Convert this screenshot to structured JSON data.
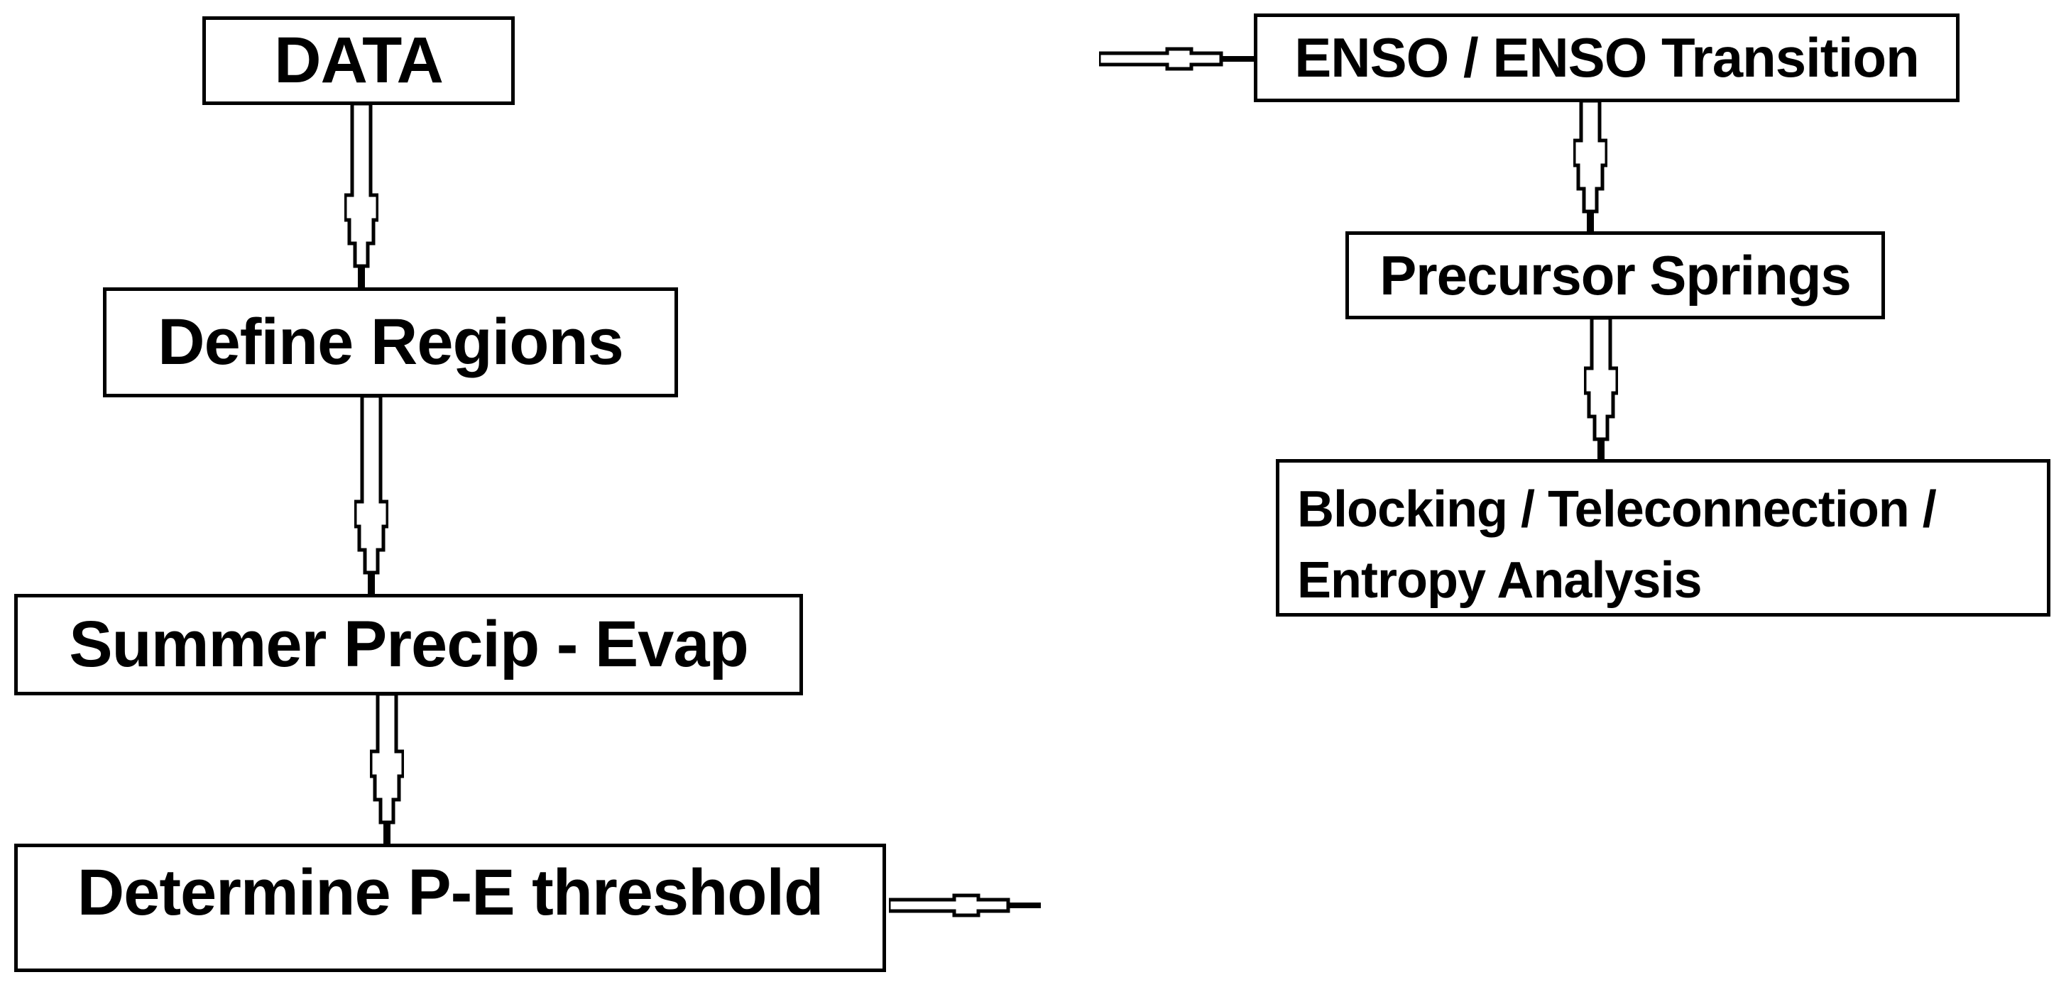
{
  "figure": {
    "type": "flowchart",
    "background_color": "#ffffff",
    "line_color": "#000000",
    "box_fill_color": "#ffffff",
    "left_column": {
      "nodes": [
        {
          "id": "data",
          "label": "DATA"
        },
        {
          "id": "define-regions",
          "label": "Define Regions"
        },
        {
          "id": "summer-precip-evap",
          "label": "Summer Precip - Evap"
        },
        {
          "id": "determine-pe-threshold",
          "label": "Determine P-E threshold"
        }
      ]
    },
    "right_column": {
      "nodes": [
        {
          "id": "enso-transition",
          "label": "ENSO / ENSO Transition"
        },
        {
          "id": "precursor-springs",
          "label": "Precursor Springs"
        },
        {
          "id": "blocking-teleconnection-entropy",
          "label_line1": "Blocking / Teleconnection /",
          "label_line2": "Entropy Analysis"
        }
      ]
    },
    "connections": [
      {
        "from": "DATA",
        "to": "Define Regions",
        "direction": "down"
      },
      {
        "from": "Define Regions",
        "to": "Summer Precip - Evap",
        "direction": "down"
      },
      {
        "from": "Summer Precip - Evap",
        "to": "Determine P-E threshold",
        "direction": "down"
      },
      {
        "from": "Determine P-E threshold",
        "to": "(off to right column)",
        "direction": "right"
      },
      {
        "from": "(from left column)",
        "to": "ENSO / ENSO Transition",
        "direction": "right"
      },
      {
        "from": "ENSO / ENSO Transition",
        "to": "Precursor Springs",
        "direction": "down"
      },
      {
        "from": "Precursor Springs",
        "to": "Blocking / Teleconnection / Entropy Analysis",
        "direction": "down"
      }
    ]
  }
}
